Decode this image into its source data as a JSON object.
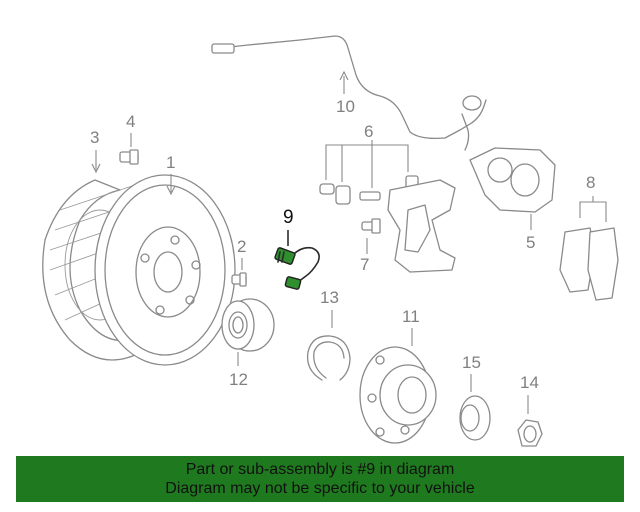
{
  "diagram": {
    "labels": {
      "p1": "1",
      "p2": "2",
      "p3": "3",
      "p4": "4",
      "p5": "5",
      "p6": "6",
      "p7": "7",
      "p8": "8",
      "p9": "9",
      "p10": "10",
      "p11": "11",
      "p12": "12",
      "p13": "13",
      "p14": "14",
      "p15": "15"
    },
    "highlight_color": "#2f8f2f"
  },
  "banner": {
    "line1": "Part or sub-assembly is #9 in diagram",
    "line2": "Diagram may not be specific to your vehicle",
    "background": "#1f7a1f"
  }
}
